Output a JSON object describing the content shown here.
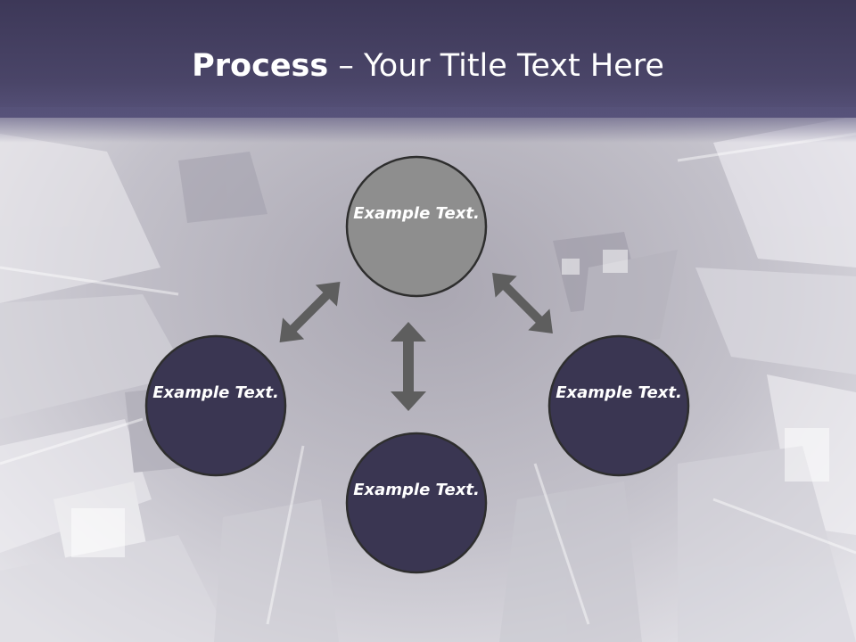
{
  "title": {
    "bold": "Process",
    "rest": " – Your Title Text Here"
  },
  "nodes": {
    "top": {
      "label": "Example Text."
    },
    "left": {
      "label": "Example Text."
    },
    "right": {
      "label": "Example Text."
    },
    "bottom": {
      "label": "Example Text."
    }
  },
  "colors": {
    "title_bar": "#453f61",
    "node_dark": "#3a3652",
    "node_top": "#8e8e8e",
    "arrow": "#5e5e5e",
    "node_border": "#2e2e2e"
  }
}
